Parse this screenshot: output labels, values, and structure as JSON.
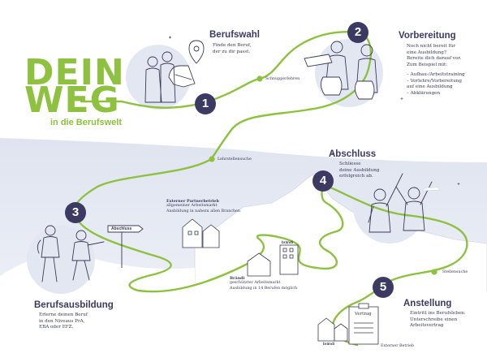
{
  "title": {
    "line1": "DEIN",
    "line2": "WEG",
    "sub": "in die Berufswelt"
  },
  "steps": [
    {
      "number": "1",
      "title": "Berufswahl",
      "body": [
        "Finde den Beruf,",
        "der zu dir passt."
      ]
    },
    {
      "number": "2",
      "title": "Vorbereitung",
      "body": [
        "Noch nicht bereit für",
        "eine Ausbildung?",
        "Bereite dich darauf vor.",
        "Zum Beispiel mit:"
      ],
      "list": [
        "– Aufbau-/Arbeitstraining",
        "– Vorlehre/Vorbereitung",
        "   auf eine Ausbildung",
        "– Abklärungen"
      ]
    },
    {
      "number": "3",
      "title": "Berufsausbildung",
      "body": [
        "Erlerne deinen Beruf",
        "in den Niveaus PrA,",
        "EBA oder EFZ."
      ]
    },
    {
      "number": "4",
      "title": "Abschluss",
      "body": [
        "Schliesse",
        "deine Ausbildung",
        "erfolgreich ab."
      ]
    },
    {
      "number": "5",
      "title": "Anstellung",
      "body": [
        "Eintritt ins Berufsleben:",
        "Unterschreibe einen",
        "Arbeitsvertrag"
      ]
    }
  ],
  "waypoints": {
    "schnupperlehren": "Schnupperlehren",
    "lehrstellensuche": "Lehrstellensuche",
    "stellensuche": "Stellensuche"
  },
  "partners": {
    "external_title": "Externer Partnerbetrieb",
    "external_body": [
      "allgemeiner Arbeitsmarkt",
      "Ausbildung in nahezu allen Branchen"
    ],
    "braendi_title": "Brändi",
    "braendi_body": [
      "geschützter Arbeitsmarkt",
      "Ausbildung in 14 Berufen möglich"
    ]
  },
  "signs": {
    "abschluss": "Abschluss",
    "braendi_sign": "brändi",
    "braendi_sign2": "brändi",
    "vertrag": "Vertrag",
    "externer_betrieb": "Externer Betrieb"
  },
  "colors": {
    "green": "#8dc13f",
    "navy": "#3c3a63",
    "sky": "#e3e7f1"
  }
}
